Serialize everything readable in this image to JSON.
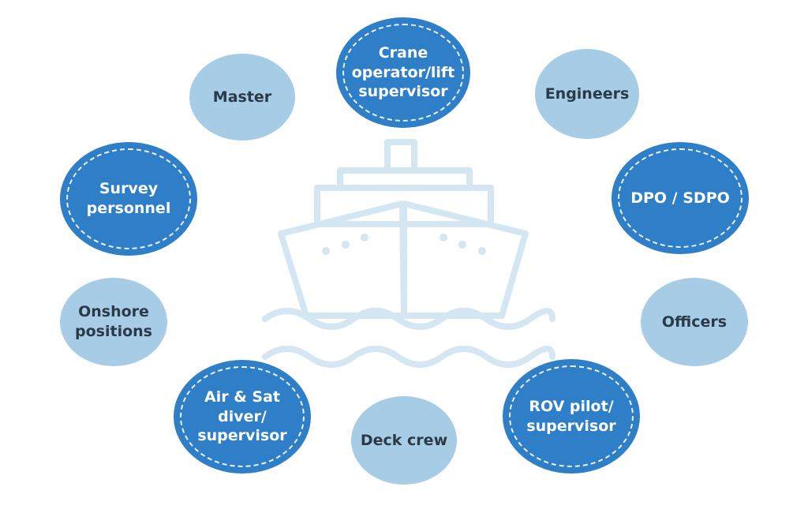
{
  "colors": {
    "dark_bubble": "#2f7fc8",
    "light_bubble": "#a7cce6",
    "dark_text": "#2b3a48",
    "light_text": "#ffffff",
    "ship_outline": "#d3e6f2"
  },
  "center_icon": "ship-icon",
  "roles": {
    "crane": "Crane\noperator/lift\nsupervisor",
    "master": "Master",
    "engineers": "Engineers",
    "survey": "Survey\npersonnel",
    "dpo": "DPO / SDPO",
    "onshore": "Onshore\npositions",
    "officers": "Officers",
    "airsat": "Air & Sat\ndiver/\nsupervisor",
    "deckcrew": "Deck crew",
    "rov": "ROV pilot/\nsupervisor"
  }
}
